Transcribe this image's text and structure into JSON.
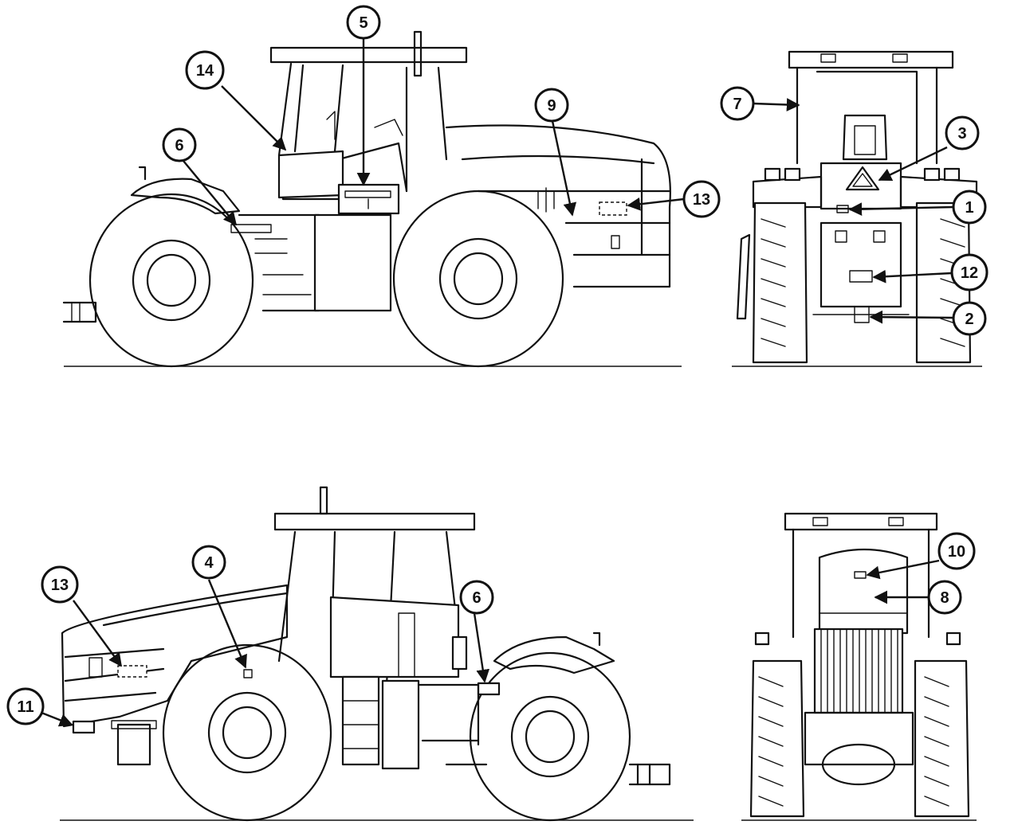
{
  "callouts": {
    "c1": "1",
    "c2": "2",
    "c3": "3",
    "c4": "4",
    "c5": "5",
    "c6a": "6",
    "c6b": "6",
    "c7": "7",
    "c8": "8",
    "c9": "9",
    "c10": "10",
    "c11": "11",
    "c12": "12",
    "c13a": "13",
    "c13b": "13",
    "c14": "14"
  }
}
